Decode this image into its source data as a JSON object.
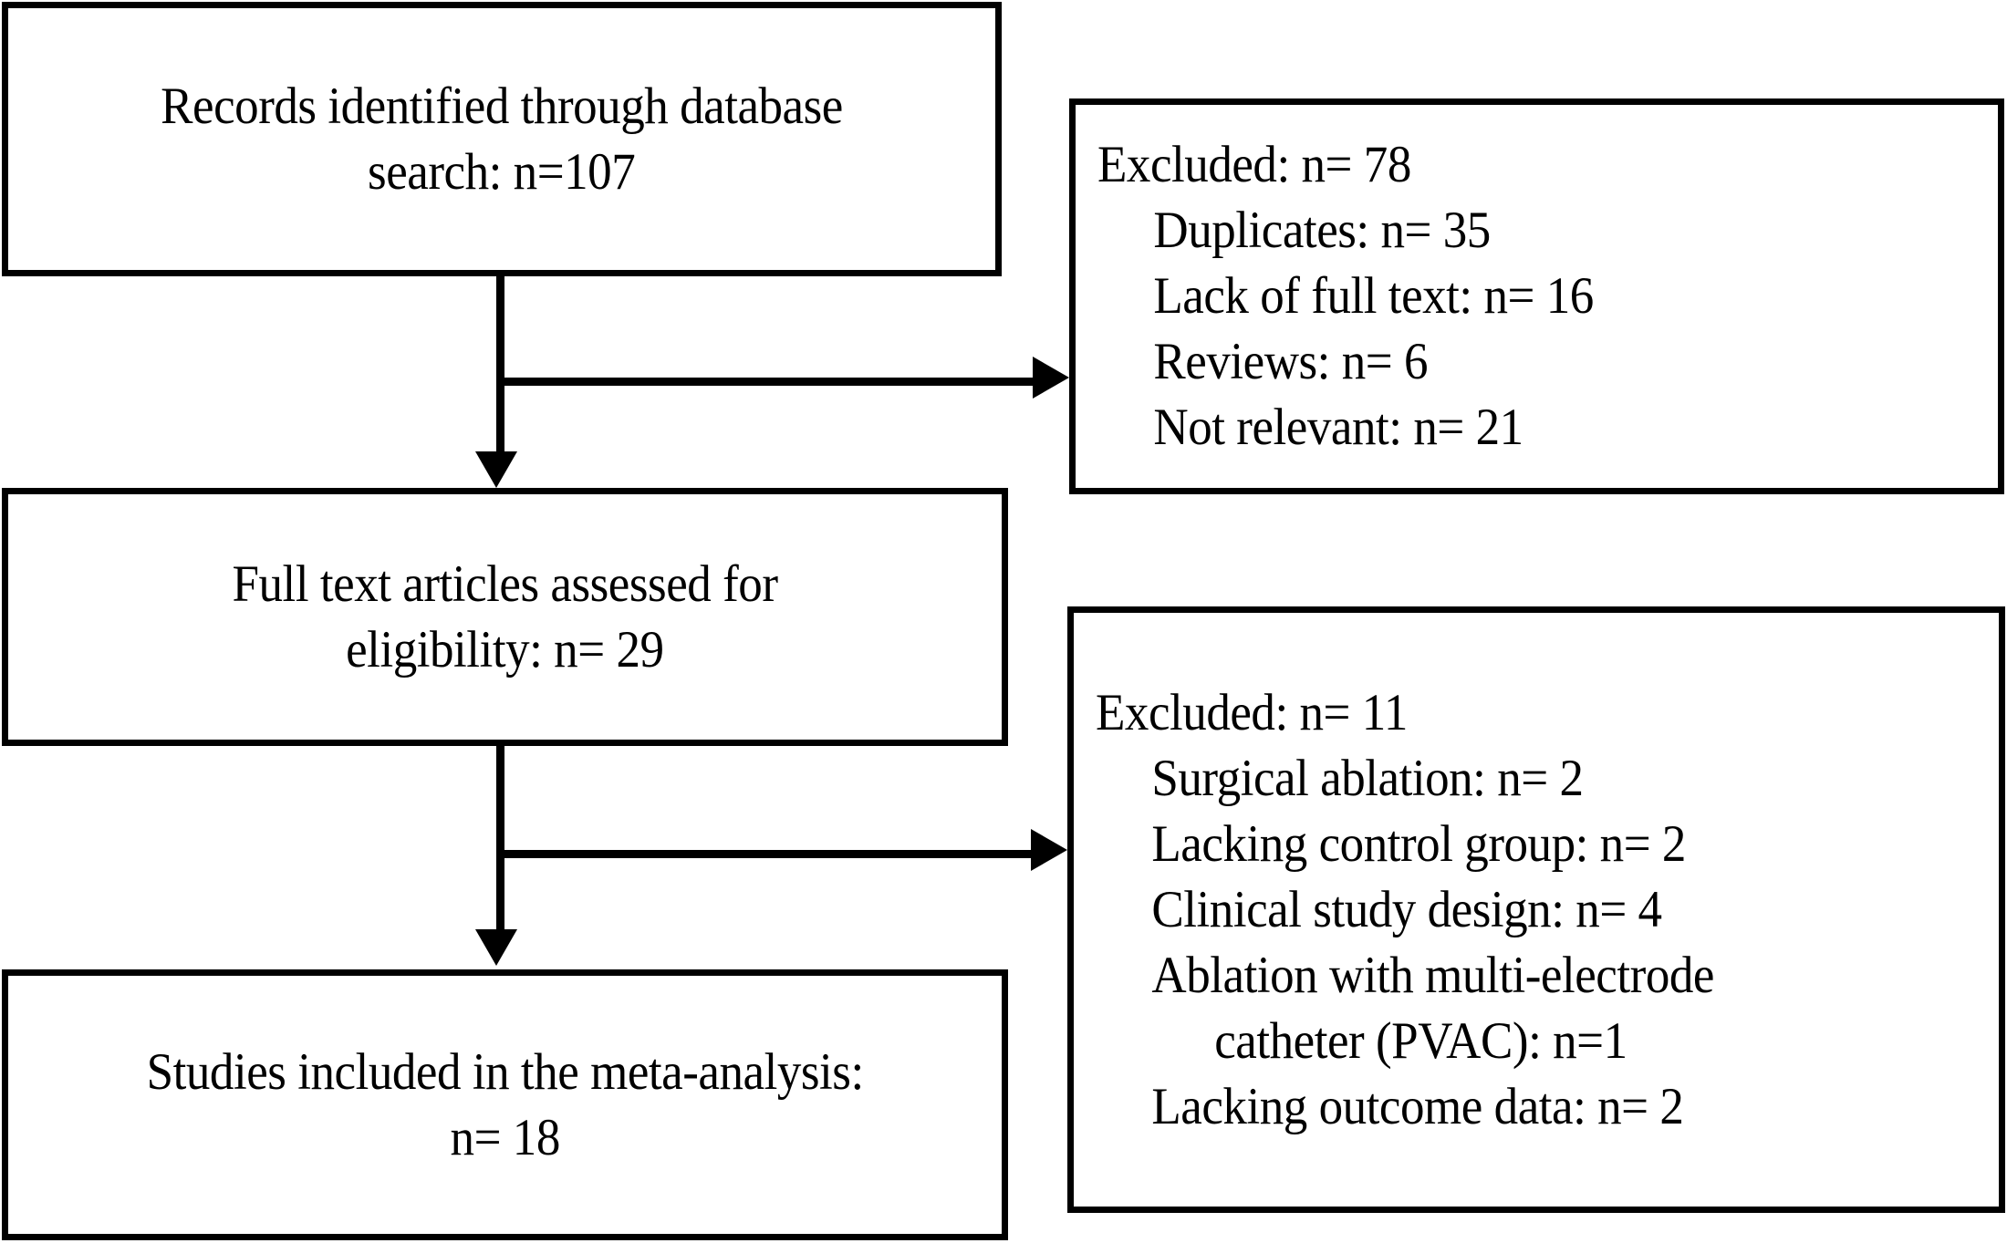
{
  "diagram": {
    "type": "prisma-flow-diagram",
    "title": "Study selection flow diagram",
    "stroke_color": "#000000",
    "background_color": "#ffffff"
  },
  "boxes": {
    "records_identified": {
      "lines": [
        "Records identified through database",
        "search: n=107"
      ]
    },
    "full_text_assessed": {
      "lines": [
        "Full text articles  assessed for",
        "eligibility:  n= 29"
      ]
    },
    "studies_included": {
      "lines": [
        "Studies included in the meta-analysis:",
        "n= 18"
      ]
    },
    "excluded_screening": {
      "header": "Excluded: n= 78",
      "reasons": [
        "Duplicates:  n= 35",
        "Lack of full  text: n= 16",
        "Reviews: n= 6",
        "Not relevant:  n= 21"
      ]
    },
    "excluded_eligibility": {
      "header": "Excluded: n= 11",
      "reasons": [
        "Surgical ablation: n= 2",
        "Lacking control group: n= 2",
        "Clinical study design: n= 4",
        "Ablation with multi-electrode",
        "catheter (PVAC): n=1",
        "Lacking outcome data: n= 2"
      ]
    }
  },
  "chart_data": {
    "type": "diagram",
    "title": "PRISMA study selection flow",
    "nodes": [
      {
        "id": "identified",
        "label": "Records identified through database search",
        "n": 107
      },
      {
        "id": "excluded1",
        "label": "Excluded",
        "n": 78
      },
      {
        "id": "assessed",
        "label": "Full text articles assessed for eligibility",
        "n": 29
      },
      {
        "id": "excluded2",
        "label": "Excluded",
        "n": 11
      },
      {
        "id": "included",
        "label": "Studies included in the meta-analysis",
        "n": 18
      }
    ],
    "excluded1_breakdown": [
      {
        "reason": "Duplicates",
        "n": 35
      },
      {
        "reason": "Lack of full text",
        "n": 16
      },
      {
        "reason": "Reviews",
        "n": 6
      },
      {
        "reason": "Not relevant",
        "n": 21
      }
    ],
    "excluded2_breakdown": [
      {
        "reason": "Surgical ablation",
        "n": 2
      },
      {
        "reason": "Lacking control group",
        "n": 2
      },
      {
        "reason": "Clinical study design",
        "n": 4
      },
      {
        "reason": "Ablation with multi-electrode catheter (PVAC)",
        "n": 1
      },
      {
        "reason": "Lacking outcome data",
        "n": 2
      }
    ],
    "edges": [
      {
        "from": "identified",
        "to": "assessed"
      },
      {
        "from": "identified",
        "to": "excluded1"
      },
      {
        "from": "assessed",
        "to": "included"
      },
      {
        "from": "assessed",
        "to": "excluded2"
      }
    ]
  }
}
